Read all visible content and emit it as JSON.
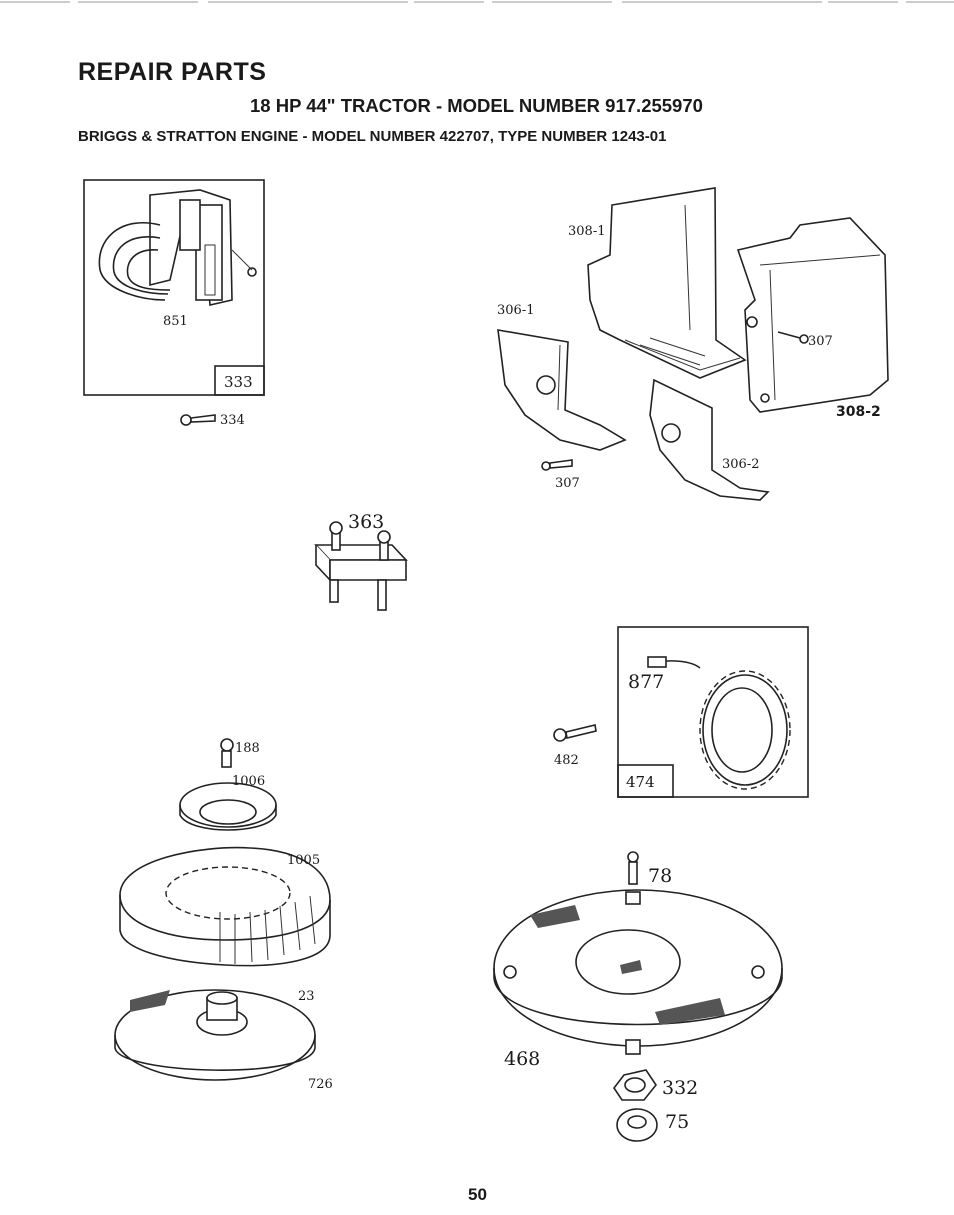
{
  "header": {
    "title": "REPAIR PARTS",
    "model_line": "18 HP 44\" TRACTOR - MODEL NUMBER 917.255970",
    "engine_line": "BRIGGS & STRATTON ENGINE - MODEL NUMBER 422707, TYPE NUMBER 1243-01"
  },
  "callouts": {
    "p851": "851",
    "p333": "333",
    "p334": "334",
    "p308_1": "308-1",
    "p306_1": "306-1",
    "p307a": "307",
    "p307b": "307",
    "p308_2": "308-2",
    "p306_2": "306-2",
    "p363": "363",
    "p877": "877",
    "p482": "482",
    "p474": "474",
    "p188": "188",
    "p1006": "1006",
    "p1005": "1005",
    "p23": "23",
    "p726": "726",
    "p78": "78",
    "p468": "468",
    "p332": "332",
    "p75": "75"
  },
  "footer": {
    "page_number": "50"
  }
}
